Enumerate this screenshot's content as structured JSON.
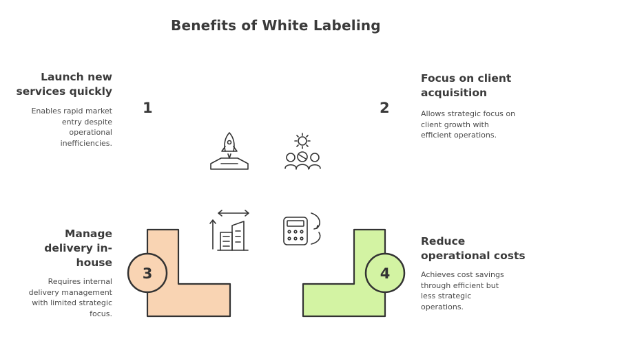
{
  "title": "Benefits of White Labeling",
  "quadrants": [
    {
      "number": "1",
      "heading_lines": [
        "Launch new",
        "services quickly"
      ],
      "description_lines": [
        "Enables rapid market",
        "entry despite",
        "operational",
        "inefficiencies."
      ],
      "icon": "rocket-icon"
    },
    {
      "number": "2",
      "heading_lines": [
        "Focus on client",
        "acquisition"
      ],
      "description_lines": [
        "Allows strategic focus on",
        "client growth with",
        "efficient operations."
      ],
      "icon": "team-gear-icon"
    },
    {
      "number": "3",
      "heading_lines": [
        "Manage",
        "delivery in-",
        "house"
      ],
      "description_lines": [
        "Requires internal",
        "delivery management",
        "with limited strategic",
        "focus."
      ],
      "icon": "building-growth-icon",
      "color": "#f9d4b3"
    },
    {
      "number": "4",
      "heading_lines": [
        "Reduce",
        "operational costs"
      ],
      "description_lines": [
        "Achieves cost savings",
        "through efficient but",
        "less strategic",
        "operations."
      ],
      "icon": "calculator-cycle-icon",
      "color": "#d3f3a3"
    }
  ]
}
